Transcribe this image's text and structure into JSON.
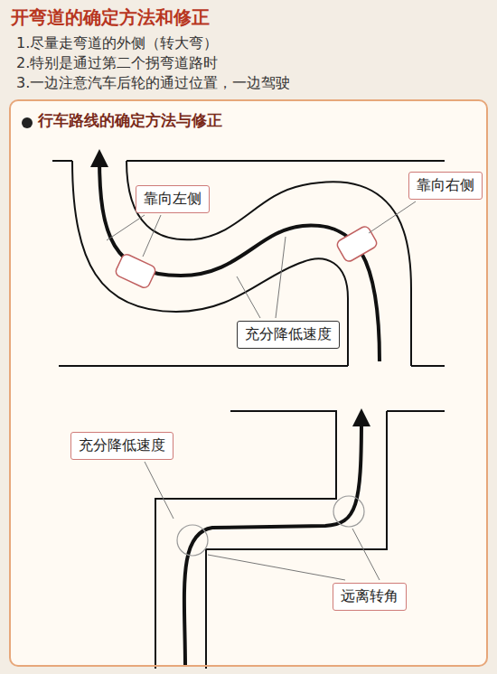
{
  "diagram": {
    "title": "开弯道的确定方法和修正",
    "nodes": [
      {
        "text": [
          "行车路线的确定方法与修正"
        ]
      },
      {
        "text": [
          "靠向左侧"
        ],
        "in": 0
      },
      {
        "text": [
          "靠向右侧"
        ],
        "in": 0
      },
      {
        "text": [
          "充分降低速度"
        ],
        "in": 0
      },
      {
        "text": [
          "充分降低速度"
        ],
        "in": 0
      },
      {
        "text": [
          "远离转角"
        ],
        "in": 0
      }
    ],
    "labels": [
      "1.尽量走弯道的外侧（转大弯）",
      "2.特别是通过第二个拐弯道路时",
      "3.一边注意汽车后轮的通过位置，一边驾驶"
    ]
  }
}
